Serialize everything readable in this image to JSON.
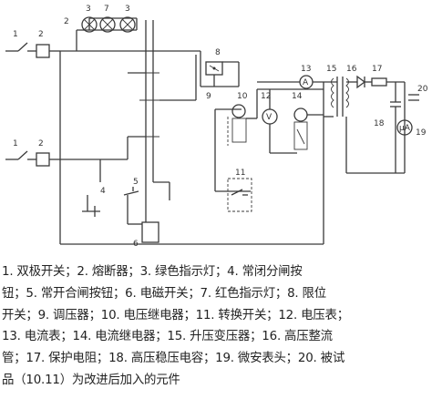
{
  "diagram": {
    "labels": {
      "n1_top": "1",
      "n2_top": "2",
      "n2_fuse": "2",
      "n3a": "3",
      "n7": "7",
      "n3b": "3",
      "n8": "8",
      "n9": "9",
      "n10": "10",
      "n11": "11",
      "n12": "12",
      "n13": "13",
      "n14": "14",
      "n15": "15",
      "n16": "16",
      "n17": "17",
      "n18": "18",
      "n19": "19",
      "n20": "20",
      "n1_bot": "1",
      "n2_bot": "2",
      "n4": "4",
      "n5": "5",
      "n6": "6"
    },
    "meter_letters": {
      "voltmeter": "V",
      "ammeter": "A",
      "microammeter": "μA"
    }
  },
  "caption": {
    "lines": [
      "1. 双极开关；2. 熔断器；3. 绿色指示灯；4. 常闭分闸按",
      "钮；5. 常开合闸按钮；6. 电磁开关；7. 红色指示灯；8. 限位",
      "开关；9. 调压器；10. 电压继电器；11. 转换开关；12. 电压表；",
      "13. 电流表；14. 电流继电器；15. 升压变压器；16. 高压整流",
      "管；17. 保护电阻；18. 高压稳压电容；19. 微安表头；20. 被试",
      "品（10.11）为改进后加入的元件"
    ]
  }
}
